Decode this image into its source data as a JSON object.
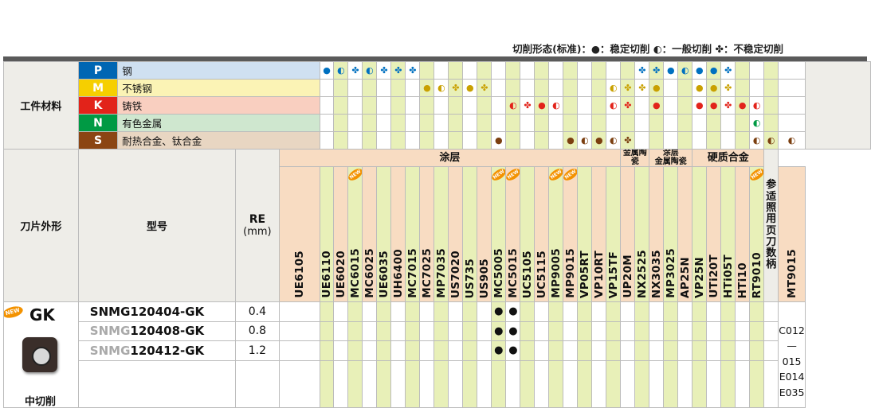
{
  "legend": "切削形态(标准)：●：稳定切削  ◐：一般切削  ✤：不稳定切削",
  "headers": {
    "work_material": "工件材料",
    "insert_shape": "刀片外形",
    "model": "型号",
    "re": "RE",
    "re_unit": "(mm)",
    "reference": "参适\n照用\n页刀\n数柄"
  },
  "materials": [
    {
      "code": "P",
      "name": "钢",
      "code_color": "#0066b3",
      "bg": "#cfe0f1"
    },
    {
      "code": "M",
      "name": "不锈钢",
      "code_color": "#f6cf00",
      "bg": "#fbf3b5"
    },
    {
      "code": "K",
      "name": "铸铁",
      "code_color": "#e2231a",
      "bg": "#f9cfc0"
    },
    {
      "code": "N",
      "name": "有色金属",
      "code_color": "#009a44",
      "bg": "#cfe7cf"
    },
    {
      "code": "S",
      "name": "耐热合金、钛合金",
      "code_color": "#8b4513",
      "bg": "#e8d6c2"
    }
  ],
  "groups": [
    {
      "label": "涂层",
      "span": 22
    },
    {
      "label": "金属陶瓷",
      "span": 2
    },
    {
      "label": "涂层\n金属陶瓷",
      "span": 3
    },
    {
      "label": "硬质合金",
      "span": 5
    }
  ],
  "grades": [
    {
      "name": "UE6105",
      "hl": false,
      "new": false
    },
    {
      "name": "UE6110",
      "hl": true,
      "new": false
    },
    {
      "name": "UE6020",
      "hl": false,
      "new": false
    },
    {
      "name": "MC6015",
      "hl": true,
      "new": true
    },
    {
      "name": "MC6025",
      "hl": false,
      "new": false
    },
    {
      "name": "UE6035",
      "hl": true,
      "new": false
    },
    {
      "name": "UH6400",
      "hl": false,
      "new": false
    },
    {
      "name": "MC7015",
      "hl": true,
      "new": false
    },
    {
      "name": "MC7025",
      "hl": false,
      "new": false
    },
    {
      "name": "MP7035",
      "hl": true,
      "new": false
    },
    {
      "name": "US7020",
      "hl": false,
      "new": false
    },
    {
      "name": "US735",
      "hl": true,
      "new": false
    },
    {
      "name": "US905",
      "hl": false,
      "new": false
    },
    {
      "name": "MC5005",
      "hl": true,
      "new": true
    },
    {
      "name": "MC5015",
      "hl": false,
      "new": true
    },
    {
      "name": "UC5105",
      "hl": true,
      "new": false
    },
    {
      "name": "UC5115",
      "hl": false,
      "new": false
    },
    {
      "name": "MP9005",
      "hl": true,
      "new": true
    },
    {
      "name": "MP9015",
      "hl": false,
      "new": true
    },
    {
      "name": "VP05RT",
      "hl": true,
      "new": false
    },
    {
      "name": "VP10RT",
      "hl": false,
      "new": false
    },
    {
      "name": "VP15TF",
      "hl": true,
      "new": false
    },
    {
      "name": "UP20M",
      "hl": false,
      "new": false
    },
    {
      "name": "NX2525",
      "hl": true,
      "new": false
    },
    {
      "name": "NX3035",
      "hl": false,
      "new": false
    },
    {
      "name": "MP3025",
      "hl": true,
      "new": false
    },
    {
      "name": "AP25N",
      "hl": false,
      "new": false
    },
    {
      "name": "VP25N",
      "hl": true,
      "new": false
    },
    {
      "name": "UTi20T",
      "hl": false,
      "new": false
    },
    {
      "name": "HTi05T",
      "hl": true,
      "new": false
    },
    {
      "name": "HTi10",
      "hl": false,
      "new": false
    },
    {
      "name": "RT9010",
      "hl": true,
      "new": true
    },
    {
      "name": "MT9015",
      "hl": false,
      "new": false
    }
  ],
  "symbols": {
    "P": [
      "d",
      "h",
      "s",
      "h",
      "s",
      "s",
      "s",
      "",
      "",
      "",
      "",
      "",
      "",
      "",
      "",
      "",
      "",
      "",
      "",
      "",
      "",
      "",
      "s",
      "s",
      "d",
      "h",
      "d",
      "d",
      "s",
      "",
      "",
      "",
      ""
    ],
    "M": [
      "",
      "",
      "",
      "",
      "",
      "",
      "",
      "d",
      "h",
      "s",
      "d",
      "s",
      "",
      "",
      "",
      "",
      "",
      "",
      "",
      "",
      "h",
      "s",
      "s",
      "d",
      "",
      "",
      "d",
      "d",
      "s",
      "",
      "",
      "",
      ""
    ],
    "K": [
      "",
      "",
      "",
      "",
      "",
      "",
      "",
      "",
      "",
      "",
      "",
      "",
      "",
      "h",
      "s",
      "d",
      "h",
      "",
      "",
      "",
      "h",
      "s",
      "",
      "d",
      "",
      "",
      "d",
      "d",
      "s",
      "d",
      "h",
      "",
      ""
    ],
    "N": [
      "",
      "",
      "",
      "",
      "",
      "",
      "",
      "",
      "",
      "",
      "",
      "",
      "",
      "",
      "",
      "",
      "",
      "",
      "",
      "",
      "",
      "",
      "",
      "",
      "",
      "",
      "",
      "",
      "",
      "",
      "h",
      "",
      ""
    ],
    "S": [
      "",
      "",
      "",
      "",
      "",
      "",
      "",
      "",
      "",
      "",
      "",
      "",
      "d",
      "",
      "",
      "",
      "",
      "d",
      "h",
      "d",
      "h",
      "s",
      "",
      "",
      "",
      "",
      "",
      "",
      "",
      "",
      "h",
      "h",
      "h"
    ]
  },
  "symbol_colors": {
    "P": "#0070c0",
    "M": "#c9a000",
    "K": "#e2231a",
    "N": "#009a44",
    "S": "#7b3f10"
  },
  "products": {
    "series": "GK",
    "new_badge": "NEW",
    "usage": "中切削",
    "reference_pages": "C012\n—015\nE014\nE035",
    "rows": [
      {
        "prefix": "SNMG",
        "suffix": "120404-GK",
        "prefix_gray": false,
        "re": "0.4",
        "dots": "●●"
      },
      {
        "prefix": "SNMG",
        "suffix": "120408-GK",
        "prefix_gray": true,
        "re": "0.8",
        "dots": "●●"
      },
      {
        "prefix": "SNMG",
        "suffix": "120412-GK",
        "prefix_gray": true,
        "re": "1.2",
        "dots": "●●"
      }
    ]
  }
}
